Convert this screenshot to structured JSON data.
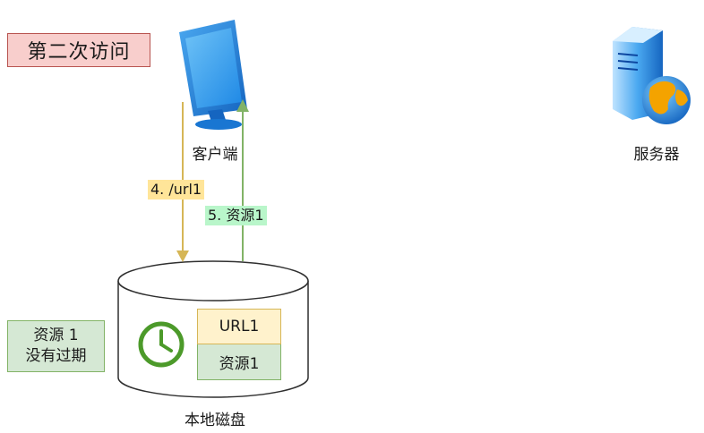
{
  "title": "第二次访问",
  "client": {
    "label": "客户端"
  },
  "server": {
    "label": "服务器"
  },
  "disk": {
    "label": "本地磁盘",
    "record": {
      "key": "URL1",
      "value": "资源1"
    }
  },
  "edges": {
    "request": {
      "label": "4. /url1",
      "color": "#d6b656"
    },
    "response": {
      "label": "5. 资源1",
      "color": "#82b366"
    }
  },
  "note": {
    "line1": "资源 1",
    "line2": "没有过期"
  },
  "icons": {
    "client": "monitor-icon",
    "server": "server-globe-icon",
    "cache": "clock-icon"
  },
  "colors": {
    "title_fill": "#f8cecc",
    "note_fill": "#d5e8d4",
    "key_fill": "#fff2cc",
    "request_label_bg": "#ffe599",
    "response_label_bg": "#b9f6ca"
  }
}
